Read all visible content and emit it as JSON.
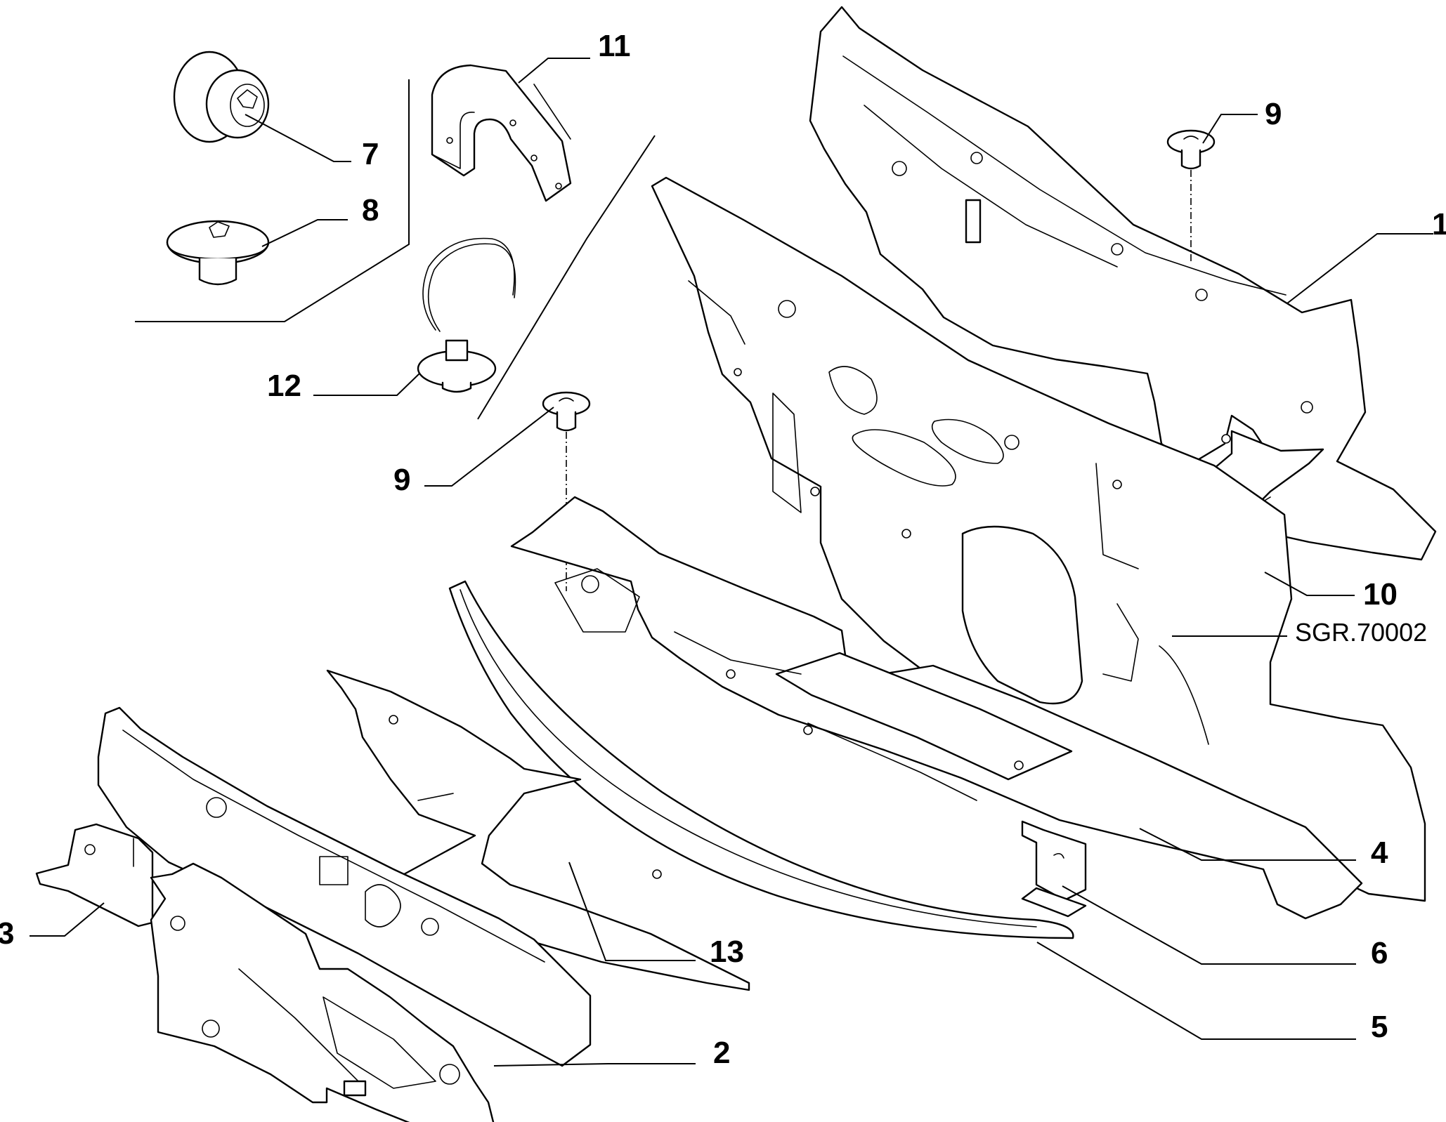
{
  "diagram": {
    "reference_code": "SGR.70002",
    "callouts": {
      "c1": "1",
      "c2": "2",
      "c3": "3",
      "c4": "4",
      "c5": "5",
      "c6": "6",
      "c7": "7",
      "c8": "8",
      "c9a": "9",
      "c9b": "9",
      "c10": "10",
      "c11": "11",
      "c12": "12",
      "c13": "13"
    }
  }
}
